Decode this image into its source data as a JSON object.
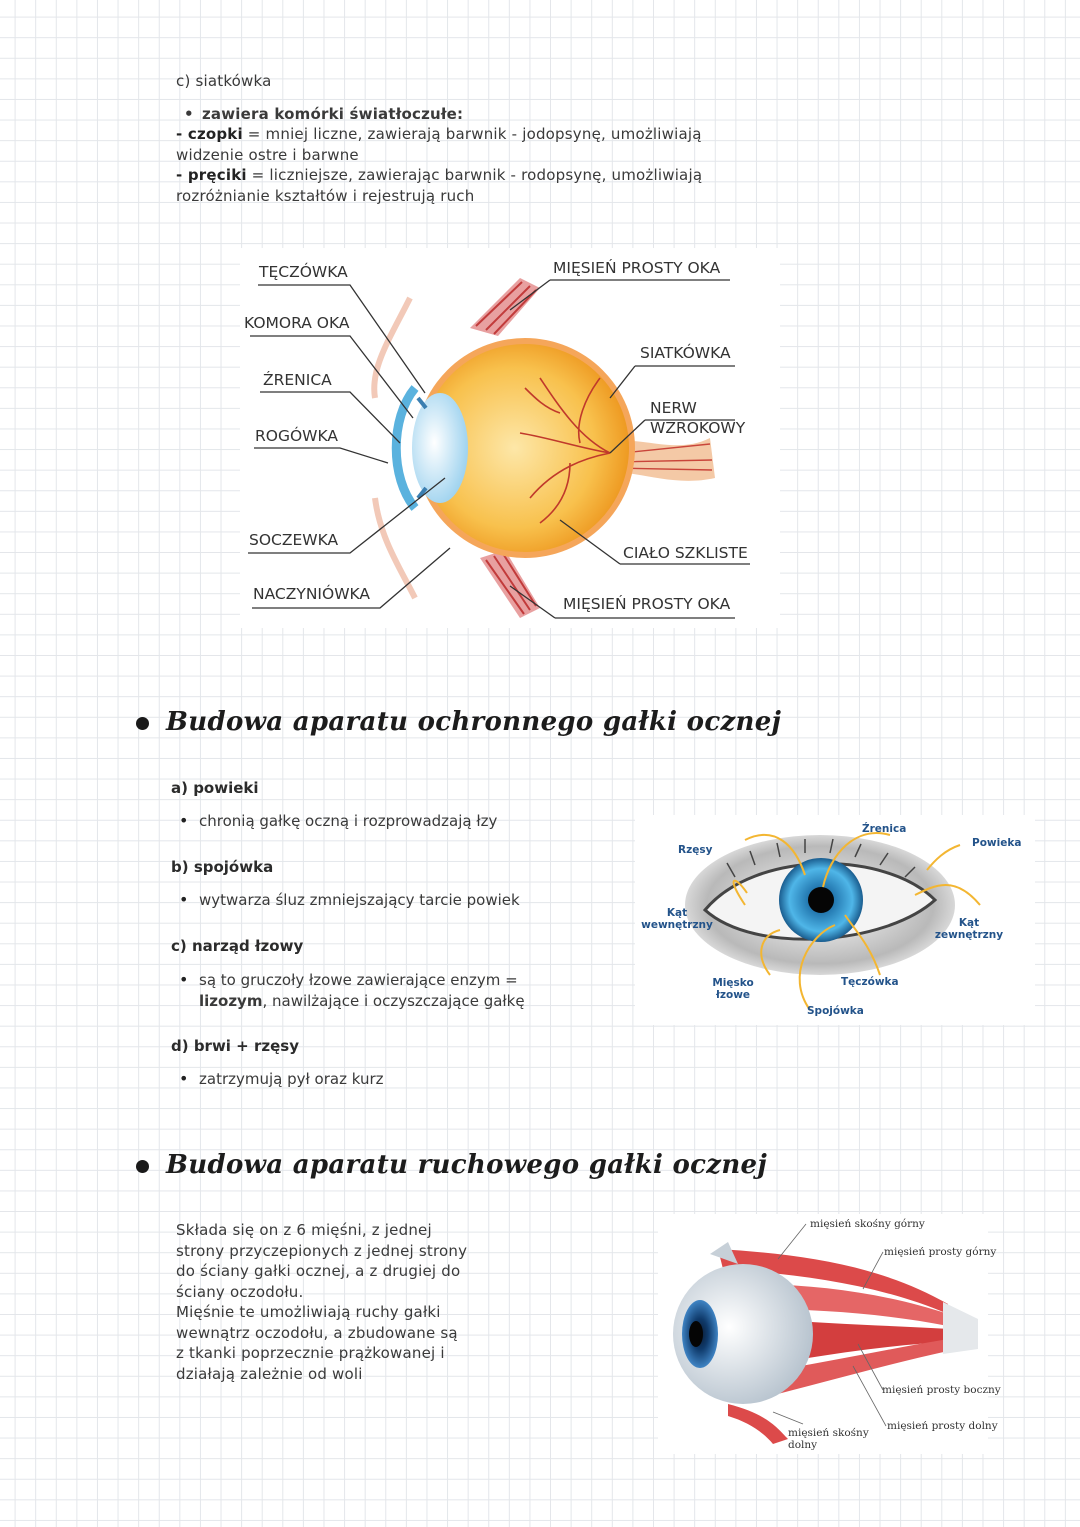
{
  "retina": {
    "heading": "c) siatkówka",
    "bullet": "zawiera komórki światłoczułe:",
    "cones_term": "- czopki",
    "cones_text": " = mniej liczne, zawierają barwnik - jodopsynę, umożliwiają",
    "cones_text2": "widzenie ostre i barwne",
    "rods_term": "- pręciki",
    "rods_text": " = liczniejsze, zawierając barwnik - rodopsynę, umożliwiają",
    "rods_text2": "rozróżnianie kształtów i rejestrują ruch"
  },
  "eye_diagram": {
    "labels": {
      "teczowka": "TĘCZÓWKA",
      "komora": "KOMORA OKA",
      "zrenica": "ŹRENICA",
      "rogowka": "ROGÓWKA",
      "soczewka": "SOCZEWKA",
      "naczyniowka": "NACZYNIÓWKA",
      "miesien_top": "MIĘSIEŃ PROSTY OKA",
      "siatkowka": "SIATKÓWKA",
      "nerw1": "NERW",
      "nerw2": "WZROKOWY",
      "cialo": "CIAŁO SZKLISTE",
      "miesien_bottom": "MIĘSIEŃ PROSTY OKA"
    }
  },
  "protective": {
    "heading": "Budowa aparatu ochronnego gałki ocznej",
    "a_title": "a) powieki",
    "a_text": "chronią gałkę oczną i rozprowadzają łzy",
    "b_title": "b) spojówka",
    "b_text": "wytwarza śluz zmniejszający tarcie powiek",
    "c_title": "c) narząd łzowy",
    "c_text1": "są to gruczoły łzowe zawierające enzym =",
    "c_term": "lizozym",
    "c_text2": ", nawilżające i oczyszczające gałkę",
    "d_title": "d) brwi + rzęsy",
    "d_text": "zatrzymują pył oraz kurz"
  },
  "outer_eye": {
    "rzesy": "Rzęsy",
    "zrenica": "Źrenica",
    "powieka": "Powieka",
    "kat_w1": "Kąt",
    "kat_w2": "wewnętrzny",
    "kat_z1": "Kąt",
    "kat_z2": "zewnętrzny",
    "miesko1": "Mięsko",
    "miesko2": "łzowe",
    "teczowka": "Tęczówka",
    "spojowka": "Spojówka"
  },
  "motor": {
    "heading": "Budowa aparatu ruchowego gałki ocznej",
    "lines": [
      "Składa się on z 6 mięśni, z jednej",
      "strony przyczepionych z jednej strony",
      "do ściany gałki ocznej, a z drugiej do",
      "ściany oczodołu.",
      "Mięśnie te umożliwiają ruchy gałki",
      "wewnątrz oczodołu, a zbudowane są",
      "z tkanki poprzecznie prążkowanej i",
      "działają zależnie od woli"
    ]
  },
  "muscle_diagram": {
    "skosny_gorny": "mięsień skośny górny",
    "prosty_gorny": "mięsień prosty górny",
    "prosty_boczny": "mięsień prosty boczny",
    "prosty_dolny": "mięsień prosty dolny",
    "skosny_dolny1": "mięsień skośny",
    "skosny_dolny2": "dolny"
  }
}
